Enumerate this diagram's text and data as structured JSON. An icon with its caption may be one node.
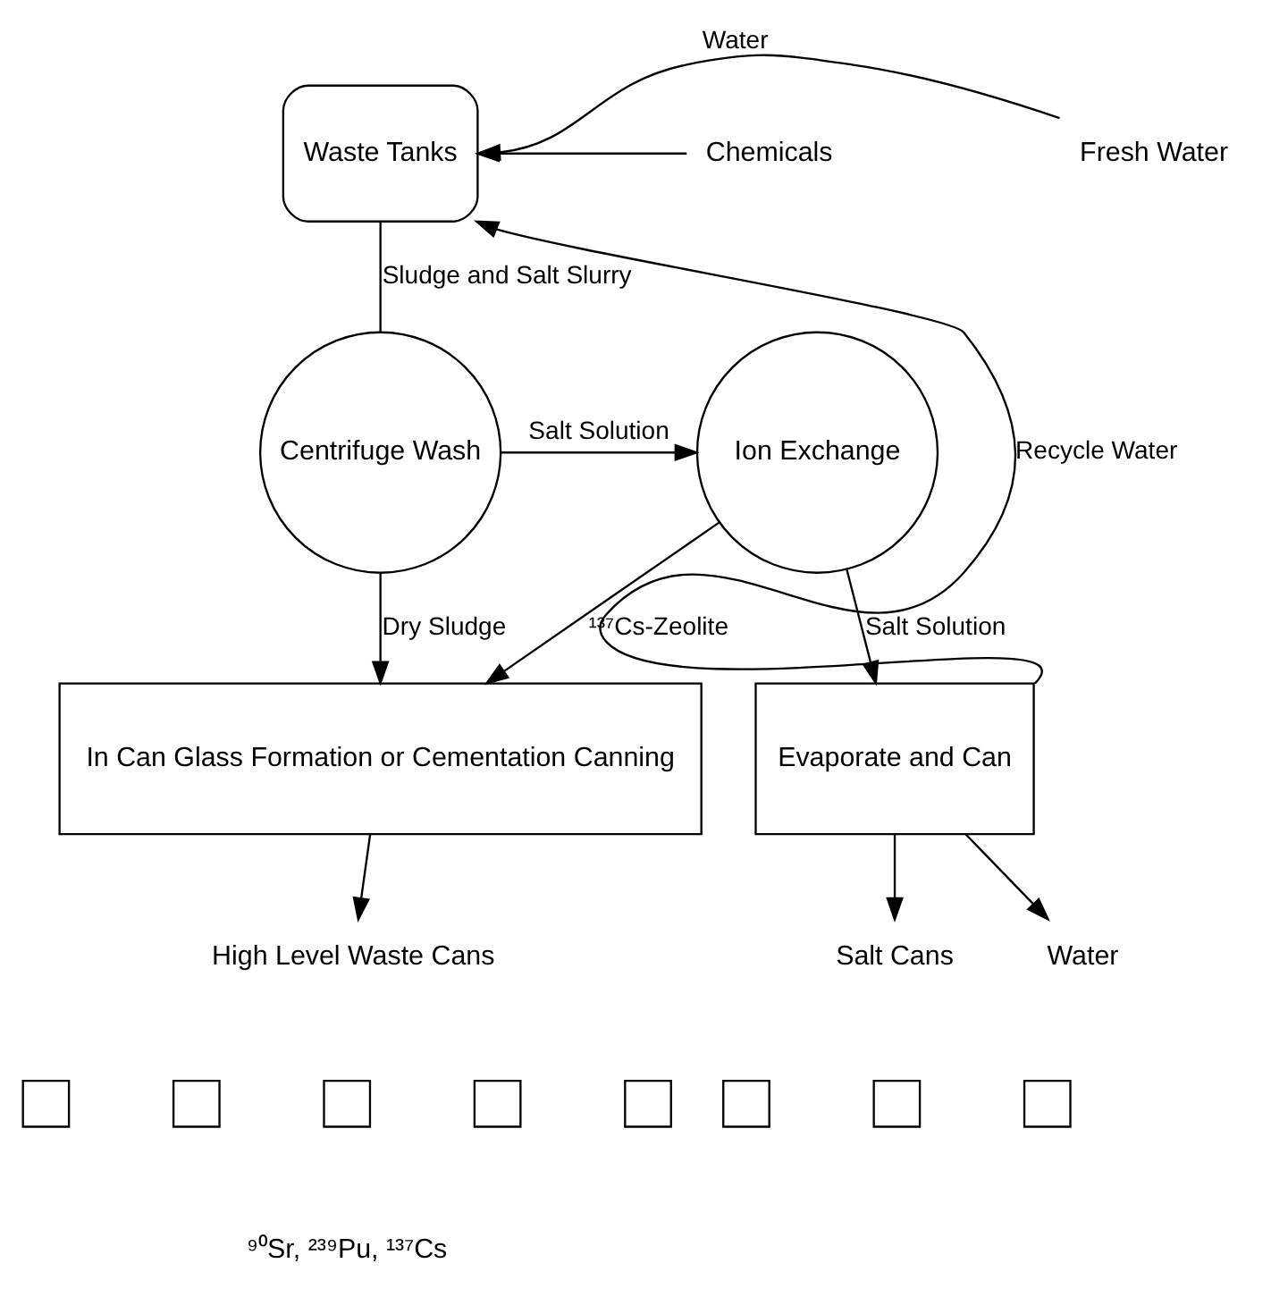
{
  "diagram": {
    "nodes": [
      {
        "text": [
          "Waste Tanks"
        ]
      },
      {
        "text": [
          "Centrifuge Wash"
        ]
      },
      {
        "text": [
          "Ion Exchange"
        ]
      },
      {
        "text": [
          "In Can Glass Formation or Cementation Canning"
        ]
      },
      {
        "text": [
          "Evaporate and Can"
        ]
      },
      {
        "text": [
          "High Level Waste Cans"
        ]
      },
      {
        "text": [
          "Salt Cans"
        ]
      },
      {
        "text": [
          "Water"
        ]
      },
      {
        "text": [
          "Fresh Water"
        ]
      },
      {
        "text": [
          "Chemicals"
        ]
      },
      {
        "text": [],
        "shape": "box"
      },
      {
        "text": [],
        "shape": "box"
      },
      {
        "text": [],
        "shape": "box"
      },
      {
        "text": [],
        "shape": "box"
      },
      {
        "text": [],
        "shape": "box"
      },
      {
        "text": [],
        "shape": "box"
      },
      {
        "text": [],
        "shape": "box"
      },
      {
        "text": [],
        "shape": "box"
      }
    ],
    "edges": [
      {
        "from": 8,
        "to": 0,
        "arrow": "to",
        "label": "Water"
      },
      {
        "from": 9,
        "to": 0,
        "arrow": "to"
      },
      {
        "from": 0,
        "to": 1,
        "arrow": "none",
        "label": "Sludge and Salt Slurry"
      },
      {
        "from": 1,
        "to": 2,
        "arrow": "to",
        "label": "Salt Solution"
      },
      {
        "from": 1,
        "to": 3,
        "arrow": "to",
        "label": "Dry Sludge"
      },
      {
        "from": 2,
        "to": 3,
        "arrow": "to",
        "label": "¹³⁷Cs-Zeolite"
      },
      {
        "from": 2,
        "to": 4,
        "arrow": "to",
        "label": "Salt Solution"
      },
      {
        "from": 3,
        "to": 5,
        "arrow": "to"
      },
      {
        "from": 4,
        "to": 6,
        "arrow": "to"
      },
      {
        "from": 4,
        "to": 7,
        "arrow": "to"
      },
      {
        "from": 4,
        "to": 0,
        "arrow": "to",
        "label": "Recycle Water"
      }
    ],
    "labels": [
      "⁹⁰Sr, ²³⁹Pu, ¹³⁷Cs"
    ]
  }
}
